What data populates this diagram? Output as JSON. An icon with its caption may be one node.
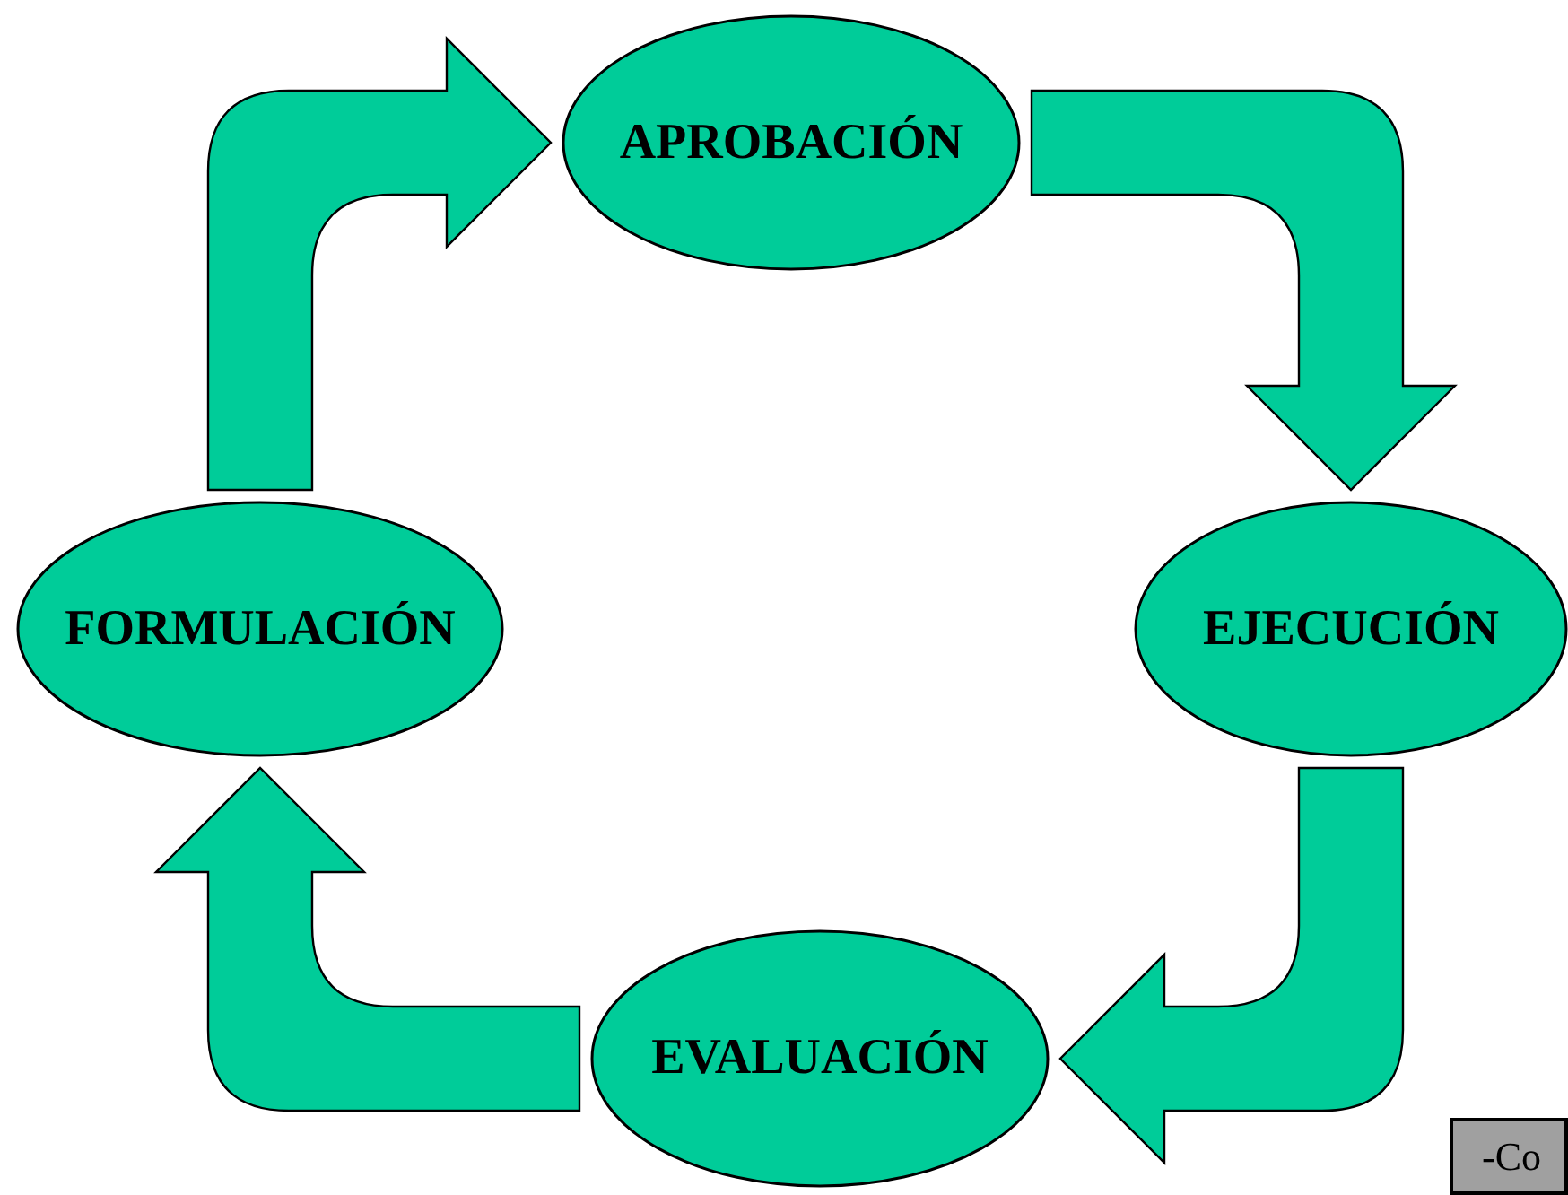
{
  "diagram": {
    "nodes": [
      {
        "text": [
          "APROBACIÓN"
        ]
      },
      {
        "text": [
          "FORMULACIÓN"
        ]
      },
      {
        "text": [
          "EJECUCIÓN"
        ]
      },
      {
        "text": [
          "EVALUACIÓN"
        ]
      },
      {
        "text": [
          "-Co"
        ]
      }
    ],
    "edges": [
      {
        "from": 1,
        "to": 0,
        "arrow": "to"
      },
      {
        "from": 0,
        "to": 2,
        "arrow": "to"
      },
      {
        "from": 2,
        "to": 3,
        "arrow": "to"
      },
      {
        "from": 3,
        "to": 1,
        "arrow": "to"
      }
    ]
  }
}
